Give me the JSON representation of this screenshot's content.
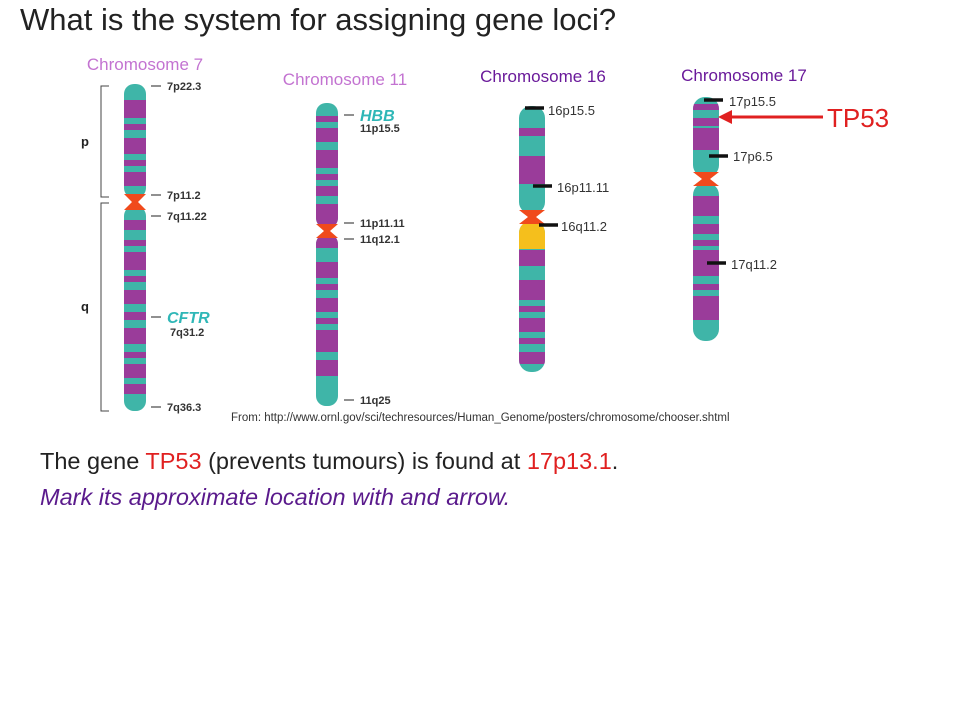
{
  "title": "What is the system for assigning gene loci?",
  "colors": {
    "teal": "#3fb5a8",
    "purple": "#9a3c9a",
    "centromere": "#f04a1c",
    "highlight": "#f5bf1c",
    "red": "#e02020",
    "label_pink": "#c373d1",
    "label_purple": "#6a1a9a",
    "gene_teal": "#2fb7b7",
    "instruction": "#5a1a8c"
  },
  "chromosomes": {
    "c7": {
      "name": "Chromosome 7",
      "arm_p": "p",
      "arm_q": "q",
      "labels": {
        "l0": "7p22.3",
        "l1": "7p11.2",
        "l2": "7q11.22",
        "l3": "7q31.2",
        "l4": "7q36.3"
      },
      "gene": "CFTR"
    },
    "c11": {
      "name": "Chromosome 11",
      "labels": {
        "l0": "11p15.5",
        "l1": "11p11.11",
        "l2": "11q12.1",
        "l3": "11q25"
      },
      "gene": "HBB"
    },
    "c16": {
      "name": "Chromosome 16",
      "labels": {
        "l0": "16p15.5",
        "l1": "16p11.11",
        "l2": "16q11.2"
      }
    },
    "c17": {
      "name": "Chromosome 17",
      "labels": {
        "l0": "17p15.5",
        "l1": "17p6.5",
        "l2": "17q11.2"
      },
      "gene": "TP53"
    }
  },
  "source": "From: http://www.ornl.gov/sci/techresources/Human_Genome/posters/chromosome/chooser.shtml",
  "text": {
    "line1_a": "The gene ",
    "line1_gene": "TP53",
    "line1_b": " (prevents tumours) is found at ",
    "line1_locus": "17p13.1",
    "line1_c": ".",
    "line2": "Mark its approximate location with and arrow."
  }
}
